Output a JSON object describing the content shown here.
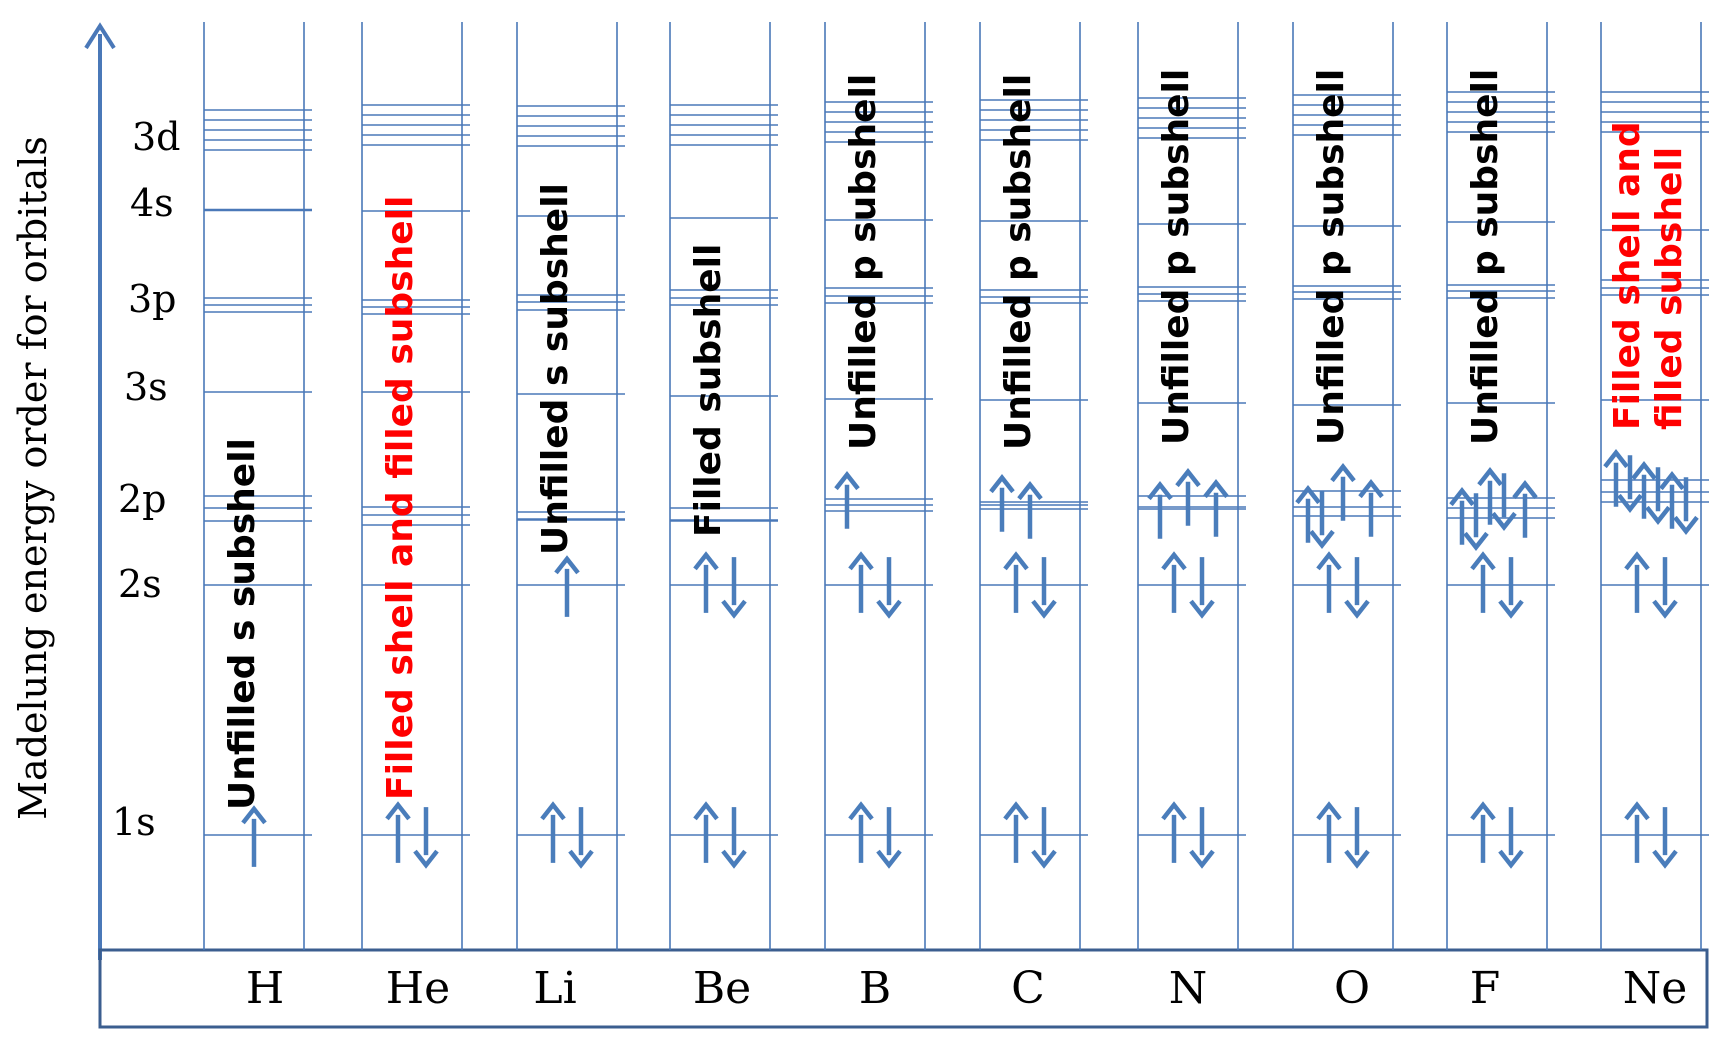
{
  "axis_title": "Madelung energy order for orbitals",
  "level_labels": [
    "1s",
    "2s",
    "2p",
    "3s",
    "3p",
    "4s",
    "3d"
  ],
  "colors": {
    "line": "#4a78b8",
    "arrow": "#4a7dbb",
    "note_black": "#000000",
    "note_red": "#ff0000"
  },
  "elements": [
    {
      "symbol": "H",
      "s1": [
        1,
        0
      ],
      "s2": [
        0,
        0
      ],
      "p2": [
        0,
        0,
        0
      ],
      "annotations": [
        {
          "lines": [
            "Unfilled s subshell"
          ],
          "color": "black"
        }
      ]
    },
    {
      "symbol": "He",
      "s1": [
        1,
        1
      ],
      "s2": [
        0,
        0
      ],
      "p2": [
        0,
        0,
        0
      ],
      "annotations": [
        {
          "lines": [
            "Filled shell and filled subshell"
          ],
          "color": "red"
        }
      ]
    },
    {
      "symbol": "Li",
      "s1": [
        1,
        1
      ],
      "s2": [
        1,
        0
      ],
      "p2": [
        0,
        0,
        0
      ],
      "annotations": [
        {
          "lines": [
            "Unfilled s subshell"
          ],
          "color": "black"
        }
      ]
    },
    {
      "symbol": "Be",
      "s1": [
        1,
        1
      ],
      "s2": [
        1,
        1
      ],
      "p2": [
        0,
        0,
        0
      ],
      "annotations": [
        {
          "lines": [
            "Filled subshell"
          ],
          "color": "black"
        }
      ]
    },
    {
      "symbol": "B",
      "s1": [
        1,
        1
      ],
      "s2": [
        1,
        1
      ],
      "p2": [
        1,
        0,
        0
      ],
      "annotations": [
        {
          "lines": [
            "Unfilled p subshell"
          ],
          "color": "black"
        }
      ]
    },
    {
      "symbol": "C",
      "s1": [
        1,
        1
      ],
      "s2": [
        1,
        1
      ],
      "p2": [
        1,
        1,
        0
      ],
      "annotations": [
        {
          "lines": [
            "Unfilled p subshell"
          ],
          "color": "black"
        }
      ]
    },
    {
      "symbol": "N",
      "s1": [
        1,
        1
      ],
      "s2": [
        1,
        1
      ],
      "p2": [
        1,
        1,
        1
      ],
      "annotations": [
        {
          "lines": [
            "Unfilled p subshell"
          ],
          "color": "black"
        }
      ]
    },
    {
      "symbol": "O",
      "s1": [
        1,
        1
      ],
      "s2": [
        1,
        1
      ],
      "p2": [
        2,
        1,
        1
      ],
      "annotations": [
        {
          "lines": [
            "Unfilled p subshell"
          ],
          "color": "black"
        }
      ]
    },
    {
      "symbol": "F",
      "s1": [
        1,
        1
      ],
      "s2": [
        1,
        1
      ],
      "p2": [
        2,
        2,
        1
      ],
      "annotations": [
        {
          "lines": [
            "Unfilled p subshell"
          ],
          "color": "black"
        }
      ]
    },
    {
      "symbol": "Ne",
      "s1": [
        1,
        1
      ],
      "s2": [
        1,
        1
      ],
      "p2": [
        2,
        2,
        2
      ],
      "annotations": [
        {
          "lines": [
            "Filled shell and",
            "filled subshell"
          ],
          "color": "red"
        }
      ]
    }
  ]
}
